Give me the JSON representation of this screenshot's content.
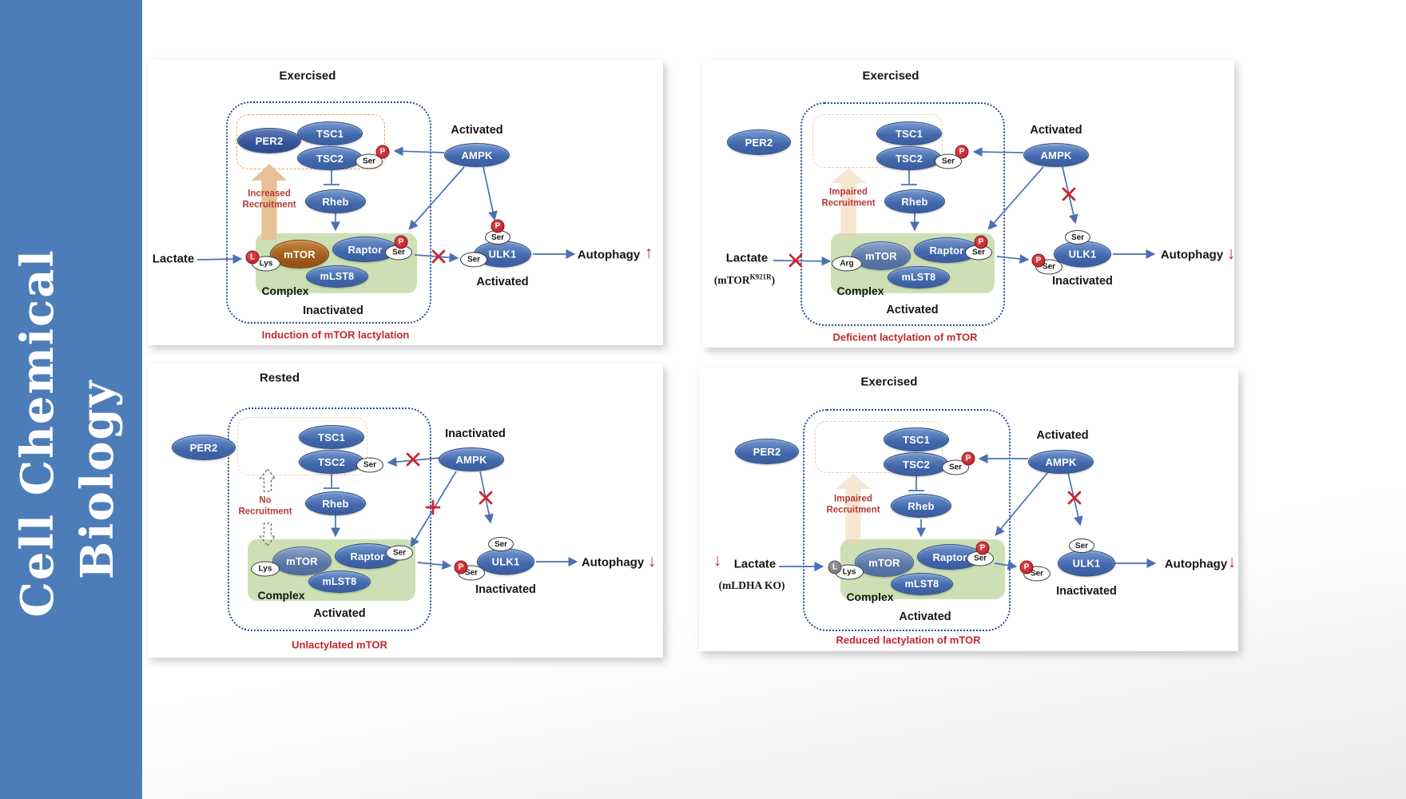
{
  "journal": {
    "line1": "Cell Chemical",
    "line2": "Biology"
  },
  "shared": {
    "per2": "PER2",
    "tsc1": "TSC1",
    "tsc2": "TSC2",
    "rheb": "Rheb",
    "ampk": "AMPK",
    "mtor": "mTOR",
    "raptor": "Raptor",
    "mlst8": "mLST8",
    "ulk1": "ULK1",
    "ser": "Ser",
    "p": "P",
    "l": "L",
    "lys": "Lys",
    "arg": "Arg",
    "complex": "Complex",
    "autophagy": "Autophagy",
    "lactate": "Lactate"
  },
  "panels": {
    "p1": {
      "title": "Exercised",
      "ampk_state": "Activated",
      "recruit1": "Increased",
      "recruit2": "Recruitment",
      "complex_state": "Inactivated",
      "ulk1_state": "Activated",
      "autophagy_dir": "↑",
      "caption": "Induction of mTOR lactylation"
    },
    "p2": {
      "title": "Exercised",
      "ampk_state": "Activated",
      "recruit1": "Impaired",
      "recruit2": "Recruitment",
      "complex_state": "Activated",
      "ulk1_state": "Inactivated",
      "autophagy_dir": "↓",
      "caption": "Deficient lactylation of mTOR",
      "note_base": "(mTOR",
      "note_sup": "K921R",
      "note_close": ")"
    },
    "p3": {
      "title": "Rested",
      "ampk_state": "Inactivated",
      "recruit1": "No",
      "recruit2": "Recruitment",
      "complex_state": "Activated",
      "ulk1_state": "Inactivated",
      "autophagy_dir": "↓",
      "caption": "Unlactylated mTOR"
    },
    "p4": {
      "title": "Exercised",
      "ampk_state": "Activated",
      "recruit1": "Impaired",
      "recruit2": "Recruitment",
      "complex_state": "Activated",
      "ulk1_state": "Inactivated",
      "autophagy_dir": "↓",
      "lactate_dir": "↓",
      "note": "(mLDHA KO)",
      "caption": "Reduced lactylation of mTOR"
    }
  }
}
